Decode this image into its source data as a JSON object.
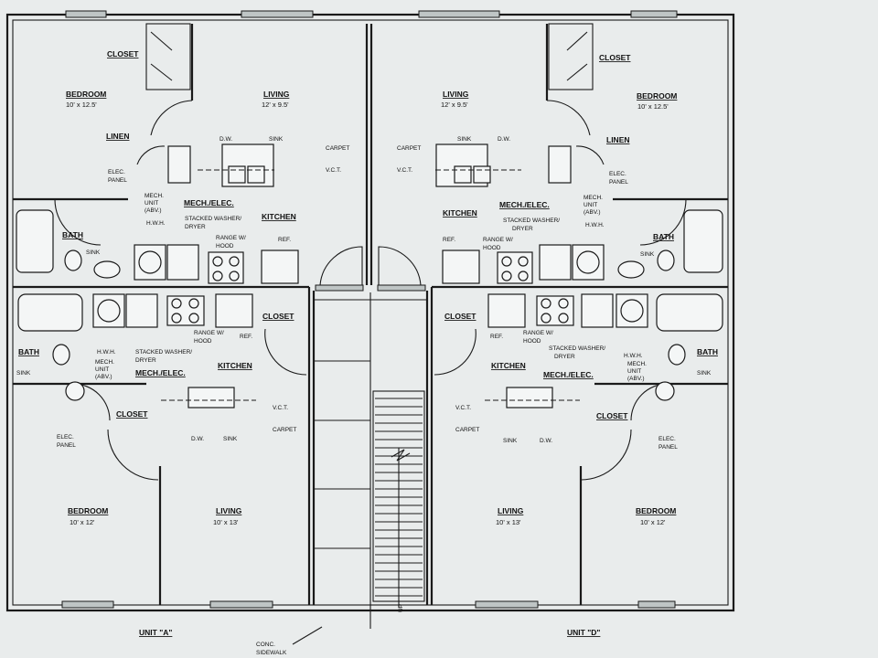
{
  "units": {
    "a": "UNIT \"A\"",
    "d": "UNIT \"D\""
  },
  "sidewalk": [
    "CONC.",
    "SIDEWALK"
  ],
  "stair_label": "UP",
  "rooms": {
    "bedroom": "BEDROOM",
    "living": "LIVING",
    "closet": "CLOSET",
    "linen": "LINEN",
    "bath": "BATH",
    "kitchen": "KITCHEN",
    "mech": "MECH./ELEC."
  },
  "dims": {
    "bed_upper": "10' x 12.5'",
    "liv_upper": "12' x 9.5'",
    "bed_lower": "10' x 12'",
    "liv_lower": "10' x 13'"
  },
  "notes": {
    "dw": "D.W.",
    "sink": "SINK",
    "carpet": "CARPET",
    "vct": "V.C.T.",
    "elec_panel": [
      "ELEC.",
      "PANEL"
    ],
    "mech_unit": [
      "MECH.",
      "UNIT",
      "(ABV.)"
    ],
    "hwh": "H.W.H.",
    "washer": [
      "STACKED WASHER/",
      "DRYER"
    ],
    "range": [
      "RANGE W/",
      "HOOD"
    ],
    "ref": "REF."
  }
}
